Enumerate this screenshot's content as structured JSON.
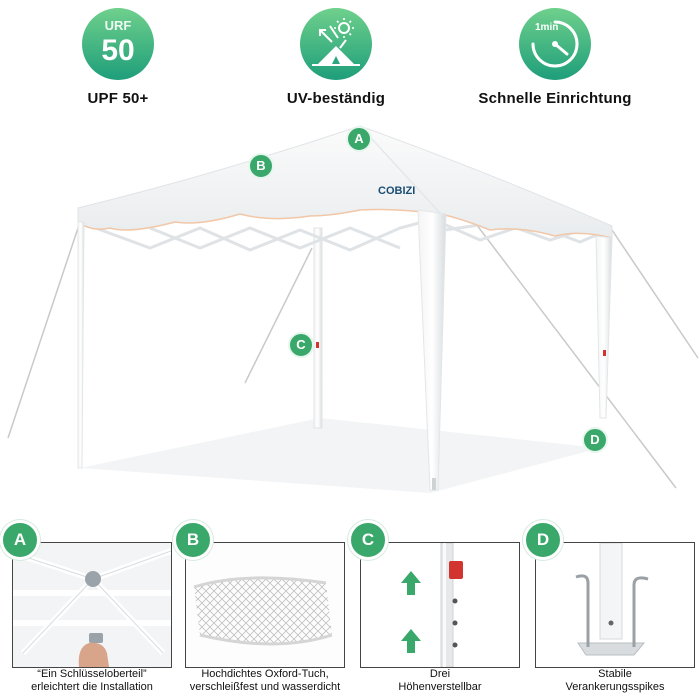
{
  "features": [
    {
      "label": "UPF 50+",
      "badge_small": "URF",
      "badge_big": "50",
      "icon": "upf-badge-icon"
    },
    {
      "label": "UV-beständig",
      "icon": "uv-tent-icon"
    },
    {
      "label": "Schnelle Einrichtung",
      "icon": "stopwatch-icon",
      "badge_text": "1min"
    }
  ],
  "brand": {
    "logo": "COBIZI"
  },
  "markers": [
    "A",
    "B",
    "C",
    "D"
  ],
  "panels": [
    {
      "letter": "A",
      "caption_line1": "“Ein Schlüsseloberteil”",
      "caption_line2": "erleichtert die Installation"
    },
    {
      "letter": "B",
      "caption_line1": "Hochdichtes Oxford-Tuch,",
      "caption_line2": "verschleißfest und wasserdicht"
    },
    {
      "letter": "C",
      "caption_line1": "Drei",
      "caption_line2": "Höhenverstellbar"
    },
    {
      "letter": "D",
      "caption_line1": "Stabile",
      "caption_line2": "Verankerungsspikes"
    }
  ],
  "colors": {
    "accent_green": "#3aa86b",
    "badge_gradient_light": "#6fd08c",
    "badge_gradient_dark": "#1e9e7a",
    "lock_red": "#d2342f"
  }
}
